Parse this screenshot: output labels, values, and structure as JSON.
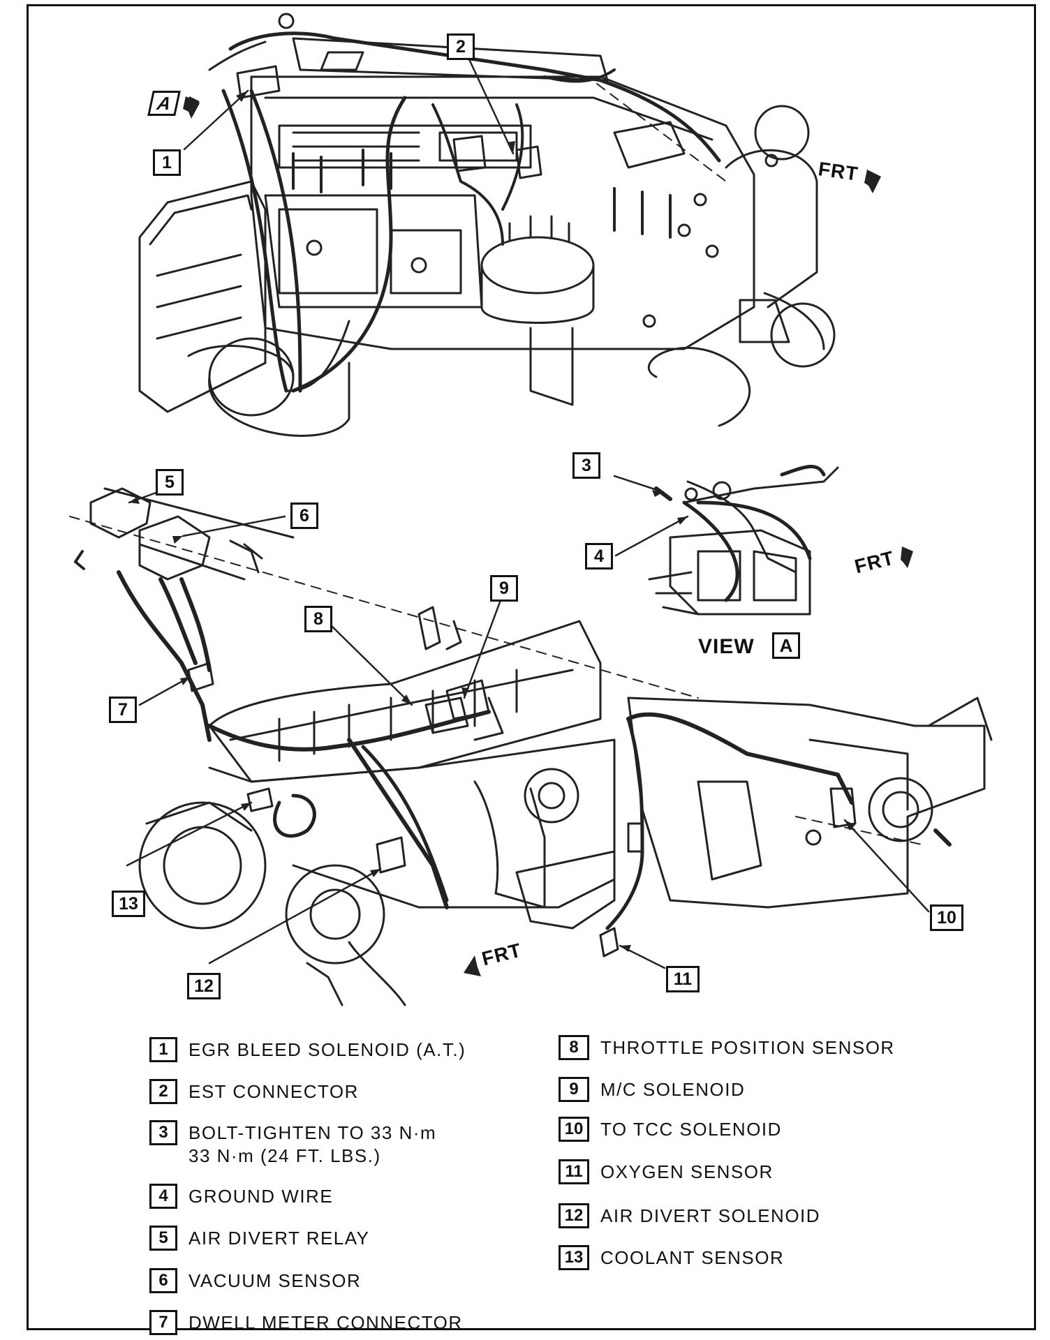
{
  "callouts": [
    {
      "id": "1",
      "label": "1"
    },
    {
      "id": "2",
      "label": "2"
    },
    {
      "id": "3",
      "label": "3"
    },
    {
      "id": "4",
      "label": "4"
    },
    {
      "id": "5",
      "label": "5"
    },
    {
      "id": "6",
      "label": "6"
    },
    {
      "id": "7",
      "label": "7"
    },
    {
      "id": "8",
      "label": "8"
    },
    {
      "id": "9",
      "label": "9"
    },
    {
      "id": "10",
      "label": "10"
    },
    {
      "id": "11",
      "label": "11"
    },
    {
      "id": "12",
      "label": "12"
    },
    {
      "id": "13",
      "label": "13"
    }
  ],
  "direction_labels": {
    "frt_top": "FRT",
    "frt_view_a": "FRT",
    "frt_bottom": "FRT"
  },
  "view_a": {
    "text": "VIEW",
    "letter": "A"
  },
  "view_marker": {
    "letter": "A"
  },
  "legend": [
    {
      "num": "1",
      "text": "EGR BLEED SOLENOID (A.T.)"
    },
    {
      "num": "2",
      "text": "EST CONNECTOR"
    },
    {
      "num": "3",
      "text": "BOLT-TIGHTEN TO 33 N·m",
      "text2": "33 N·m (24 FT. LBS.)"
    },
    {
      "num": "4",
      "text": "GROUND WIRE"
    },
    {
      "num": "5",
      "text": "AIR DIVERT RELAY"
    },
    {
      "num": "6",
      "text": "VACUUM SENSOR"
    },
    {
      "num": "7",
      "text": "DWELL METER CONNECTOR"
    },
    {
      "num": "8",
      "text": "THROTTLE POSITION SENSOR"
    },
    {
      "num": "9",
      "text": "M/C SOLENOID"
    },
    {
      "num": "10",
      "text": "TO TCC SOLENOID"
    },
    {
      "num": "11",
      "text": "OXYGEN SENSOR"
    },
    {
      "num": "12",
      "text": "AIR DIVERT SOLENOID"
    },
    {
      "num": "13",
      "text": "COOLANT SENSOR"
    }
  ]
}
